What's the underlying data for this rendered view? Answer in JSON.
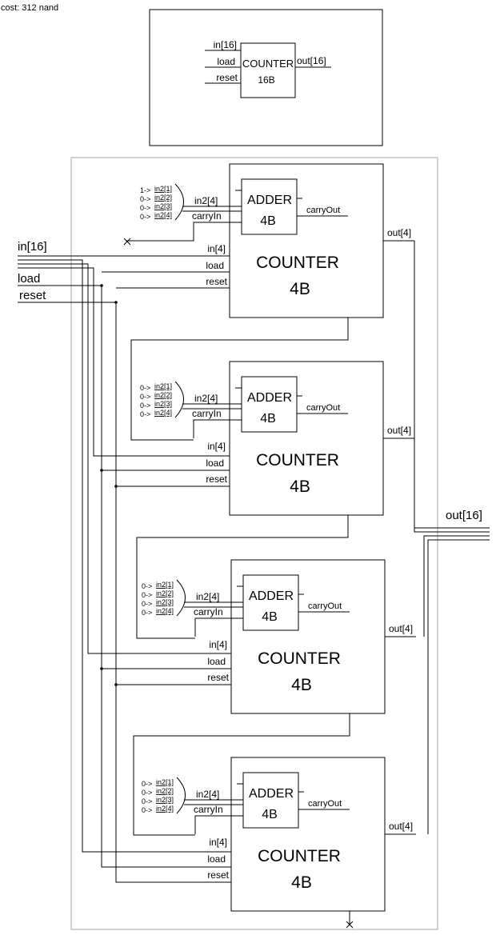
{
  "cost_label": "cost: 312 nand",
  "overview": {
    "chip_name": "COUNTER",
    "chip_width": "16B",
    "inputs": [
      "in[16]",
      "load",
      "reset"
    ],
    "output": "out[16]"
  },
  "bus": {
    "input_label": "in[16]",
    "load_label": "load",
    "reset_label": "reset",
    "output_label": "out[16]"
  },
  "stages": [
    {
      "adder_name": "ADDER",
      "adder_width": "4B",
      "counter_name": "COUNTER",
      "counter_width": "4B",
      "const_bits": [
        "1->",
        "0->",
        "0->",
        "0->"
      ],
      "const_labels": [
        "in2[1]",
        "in2[2]",
        "in2[3]",
        "in2[4]"
      ],
      "in2_label": "in2[4]",
      "carry_in_label": "carryIn",
      "carry_out_label": "carryOut",
      "in_label": "in[4]",
      "load_label": "load",
      "reset_label": "reset",
      "out_label": "out[4]"
    },
    {
      "adder_name": "ADDER",
      "adder_width": "4B",
      "counter_name": "COUNTER",
      "counter_width": "4B",
      "const_bits": [
        "0->",
        "0->",
        "0->",
        "0->"
      ],
      "const_labels": [
        "in2[1]",
        "in2[2]",
        "in2[3]",
        "in2[4]"
      ],
      "in2_label": "in2[4]",
      "carry_in_label": "carryIn",
      "carry_out_label": "carryOut",
      "in_label": "in[4]",
      "load_label": "load",
      "reset_label": "reset",
      "out_label": "out[4]"
    },
    {
      "adder_name": "ADDER",
      "adder_width": "4B",
      "counter_name": "COUNTER",
      "counter_width": "4B",
      "const_bits": [
        "0->",
        "0->",
        "0->",
        "0->"
      ],
      "const_labels": [
        "in2[1]",
        "in2[2]",
        "in2[3]",
        "in2[4]"
      ],
      "in2_label": "in2[4]",
      "carry_in_label": "carryIn",
      "carry_out_label": "carryOut",
      "in_label": "in[4]",
      "load_label": "load",
      "reset_label": "reset",
      "out_label": "out[4]"
    },
    {
      "adder_name": "ADDER",
      "adder_width": "4B",
      "counter_name": "COUNTER",
      "counter_width": "4B",
      "const_bits": [
        "0->",
        "0->",
        "0->",
        "0->"
      ],
      "const_labels": [
        "in2[1]",
        "in2[2]",
        "in2[3]",
        "in2[4]"
      ],
      "in2_label": "in2[4]",
      "carry_in_label": "carryIn",
      "carry_out_label": "carryOut",
      "in_label": "in[4]",
      "load_label": "load",
      "reset_label": "reset",
      "out_label": "out[4]"
    }
  ]
}
